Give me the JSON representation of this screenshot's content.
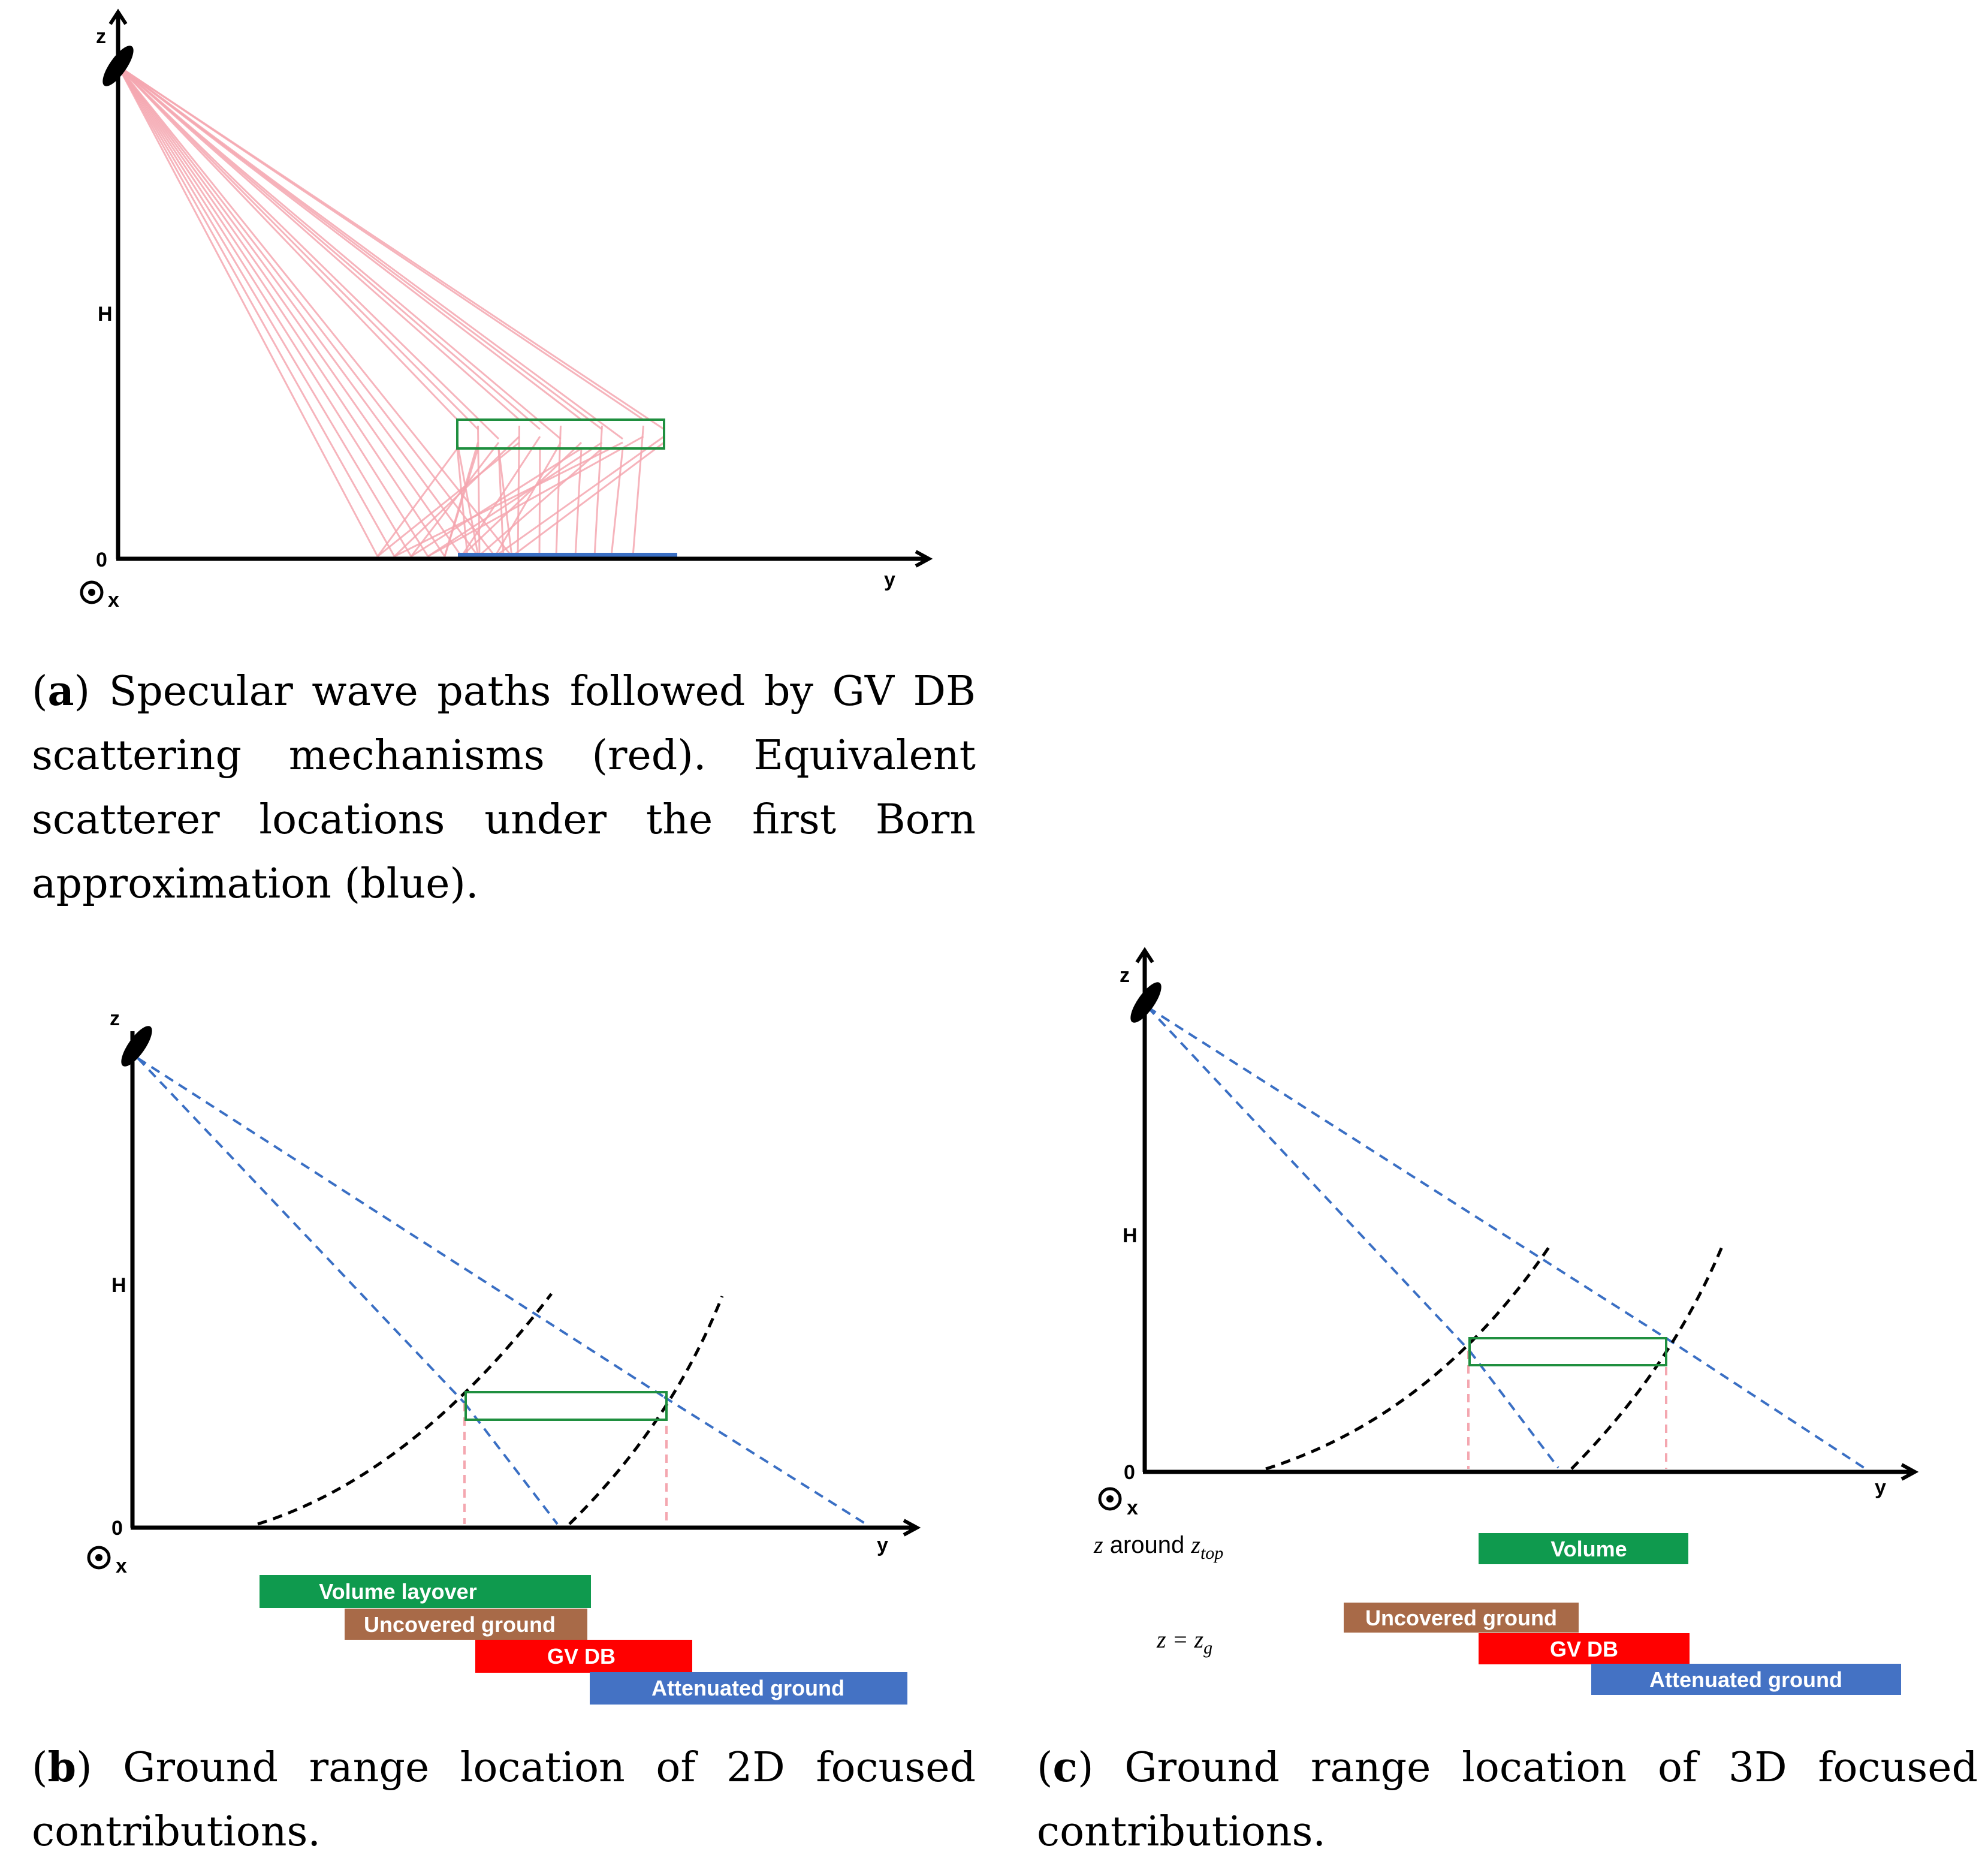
{
  "colors": {
    "red_paths": "#f4a7b0",
    "blue_ground": "#3a6fc4",
    "green_box": "#1f8f3f",
    "volume_green": "#0f9a4e",
    "uncovered_brown": "#a86a48",
    "gvdb_red": "#ff0000",
    "attenuated_blue": "#4472c4",
    "blue_dash": "#3a6fc4",
    "pink_dash": "#f4a7b0"
  },
  "panel_a": {
    "axes": {
      "z": "z",
      "y": "y",
      "h": "H",
      "zero": "0",
      "x": "x"
    },
    "caption": {
      "letter": "a",
      "text": "Specular wave paths followed by GV DB scattering mechanisms (red). Equivalent scatterer locations under the first Born approximation (blue)."
    }
  },
  "panel_b": {
    "axes": {
      "z": "z",
      "y": "y",
      "h": "H",
      "zero": "0",
      "x": "x"
    },
    "bars": {
      "volume_layover": "Volume layover",
      "uncovered_ground": "Uncovered ground",
      "gv_db": "GV DB",
      "attenuated_ground": "Attenuated ground"
    },
    "caption": {
      "letter": "b",
      "text": "Ground range location of 2D focused contributions."
    }
  },
  "panel_c": {
    "axes": {
      "z": "z",
      "y": "y",
      "h": "H",
      "zero": "0",
      "x": "x"
    },
    "labels": {
      "z_var": "z",
      "around": " around ",
      "ztop_base": "z",
      "ztop_sub": "top",
      "zg_left": "z = z",
      "zg_sub": "g"
    },
    "bars": {
      "volume": "Volume",
      "uncovered_ground": "Uncovered ground",
      "gv_db": "GV DB",
      "attenuated_ground": "Attenuated ground"
    },
    "caption": {
      "letter": "c",
      "text": "Ground range location of 3D focused contributions."
    }
  }
}
